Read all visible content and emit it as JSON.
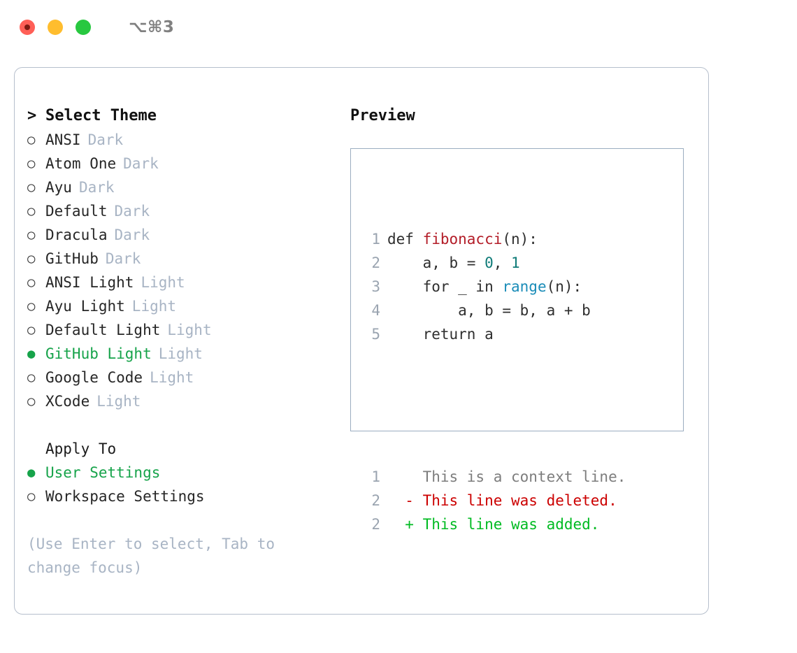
{
  "titlebar": {
    "shortcut": "⌥⌘3",
    "buttons": [
      "close",
      "minimize",
      "maximize"
    ]
  },
  "theme_picker": {
    "heading": "Select Theme",
    "caret": ">",
    "marker_selected": "●",
    "marker_unselected": "○",
    "items": [
      {
        "label": "ANSI",
        "tag": "Dark",
        "selected": false
      },
      {
        "label": "Atom One",
        "tag": "Dark",
        "selected": false
      },
      {
        "label": "Ayu",
        "tag": "Dark",
        "selected": false
      },
      {
        "label": "Default",
        "tag": "Dark",
        "selected": false
      },
      {
        "label": "Dracula",
        "tag": "Dark",
        "selected": false
      },
      {
        "label": "GitHub",
        "tag": "Dark",
        "selected": false
      },
      {
        "label": "ANSI Light",
        "tag": "Light",
        "selected": false
      },
      {
        "label": "Ayu Light",
        "tag": "Light",
        "selected": false
      },
      {
        "label": "Default Light",
        "tag": "Light",
        "selected": false
      },
      {
        "label": "GitHub Light",
        "tag": "Light",
        "selected": true
      },
      {
        "label": "Google Code",
        "tag": "Light",
        "selected": false
      },
      {
        "label": "XCode",
        "tag": "Light",
        "selected": false
      }
    ]
  },
  "apply_to": {
    "heading": "Apply To",
    "items": [
      {
        "label": "User Settings",
        "selected": true
      },
      {
        "label": "Workspace Settings",
        "selected": false
      }
    ]
  },
  "hint": "(Use Enter to select, Tab to change focus)",
  "preview": {
    "title": "Preview",
    "code_lines": [
      {
        "num": "1",
        "tokens": [
          {
            "t": "def ",
            "c": "c-plain"
          },
          {
            "t": "fibonacci",
            "c": "c-func"
          },
          {
            "t": "(n):",
            "c": "c-plain"
          }
        ]
      },
      {
        "num": "2",
        "tokens": [
          {
            "t": "    a, b = ",
            "c": "c-plain"
          },
          {
            "t": "0",
            "c": "c-num"
          },
          {
            "t": ", ",
            "c": "c-plain"
          },
          {
            "t": "1",
            "c": "c-num"
          }
        ]
      },
      {
        "num": "3",
        "tokens": [
          {
            "t": "    for _ in ",
            "c": "c-plain"
          },
          {
            "t": "range",
            "c": "c-builtin"
          },
          {
            "t": "(n):",
            "c": "c-plain"
          }
        ]
      },
      {
        "num": "4",
        "tokens": [
          {
            "t": "        a, b = b, a + b",
            "c": "c-plain"
          }
        ]
      },
      {
        "num": "5",
        "tokens": [
          {
            "t": "    return a",
            "c": "c-plain"
          }
        ]
      }
    ],
    "diff_lines": [
      {
        "num": "1",
        "sign": " ",
        "text": "This is a context line.",
        "cls": "d-ctx"
      },
      {
        "num": "2",
        "sign": "-",
        "text": "This line was deleted.",
        "cls": "d-del"
      },
      {
        "num": "2",
        "sign": "+",
        "text": "This line was added.",
        "cls": "d-add"
      }
    ]
  },
  "colors": {
    "accent_green": "#16a34a",
    "diff_add": "#00bb22",
    "diff_del": "#cc0000",
    "tag_gray": "#a8b4c4",
    "border": "#b6bfcc",
    "code_border": "#9badc0",
    "traffic_close": "#ff5f57",
    "traffic_min": "#ffbd2e",
    "traffic_max": "#28c840"
  }
}
